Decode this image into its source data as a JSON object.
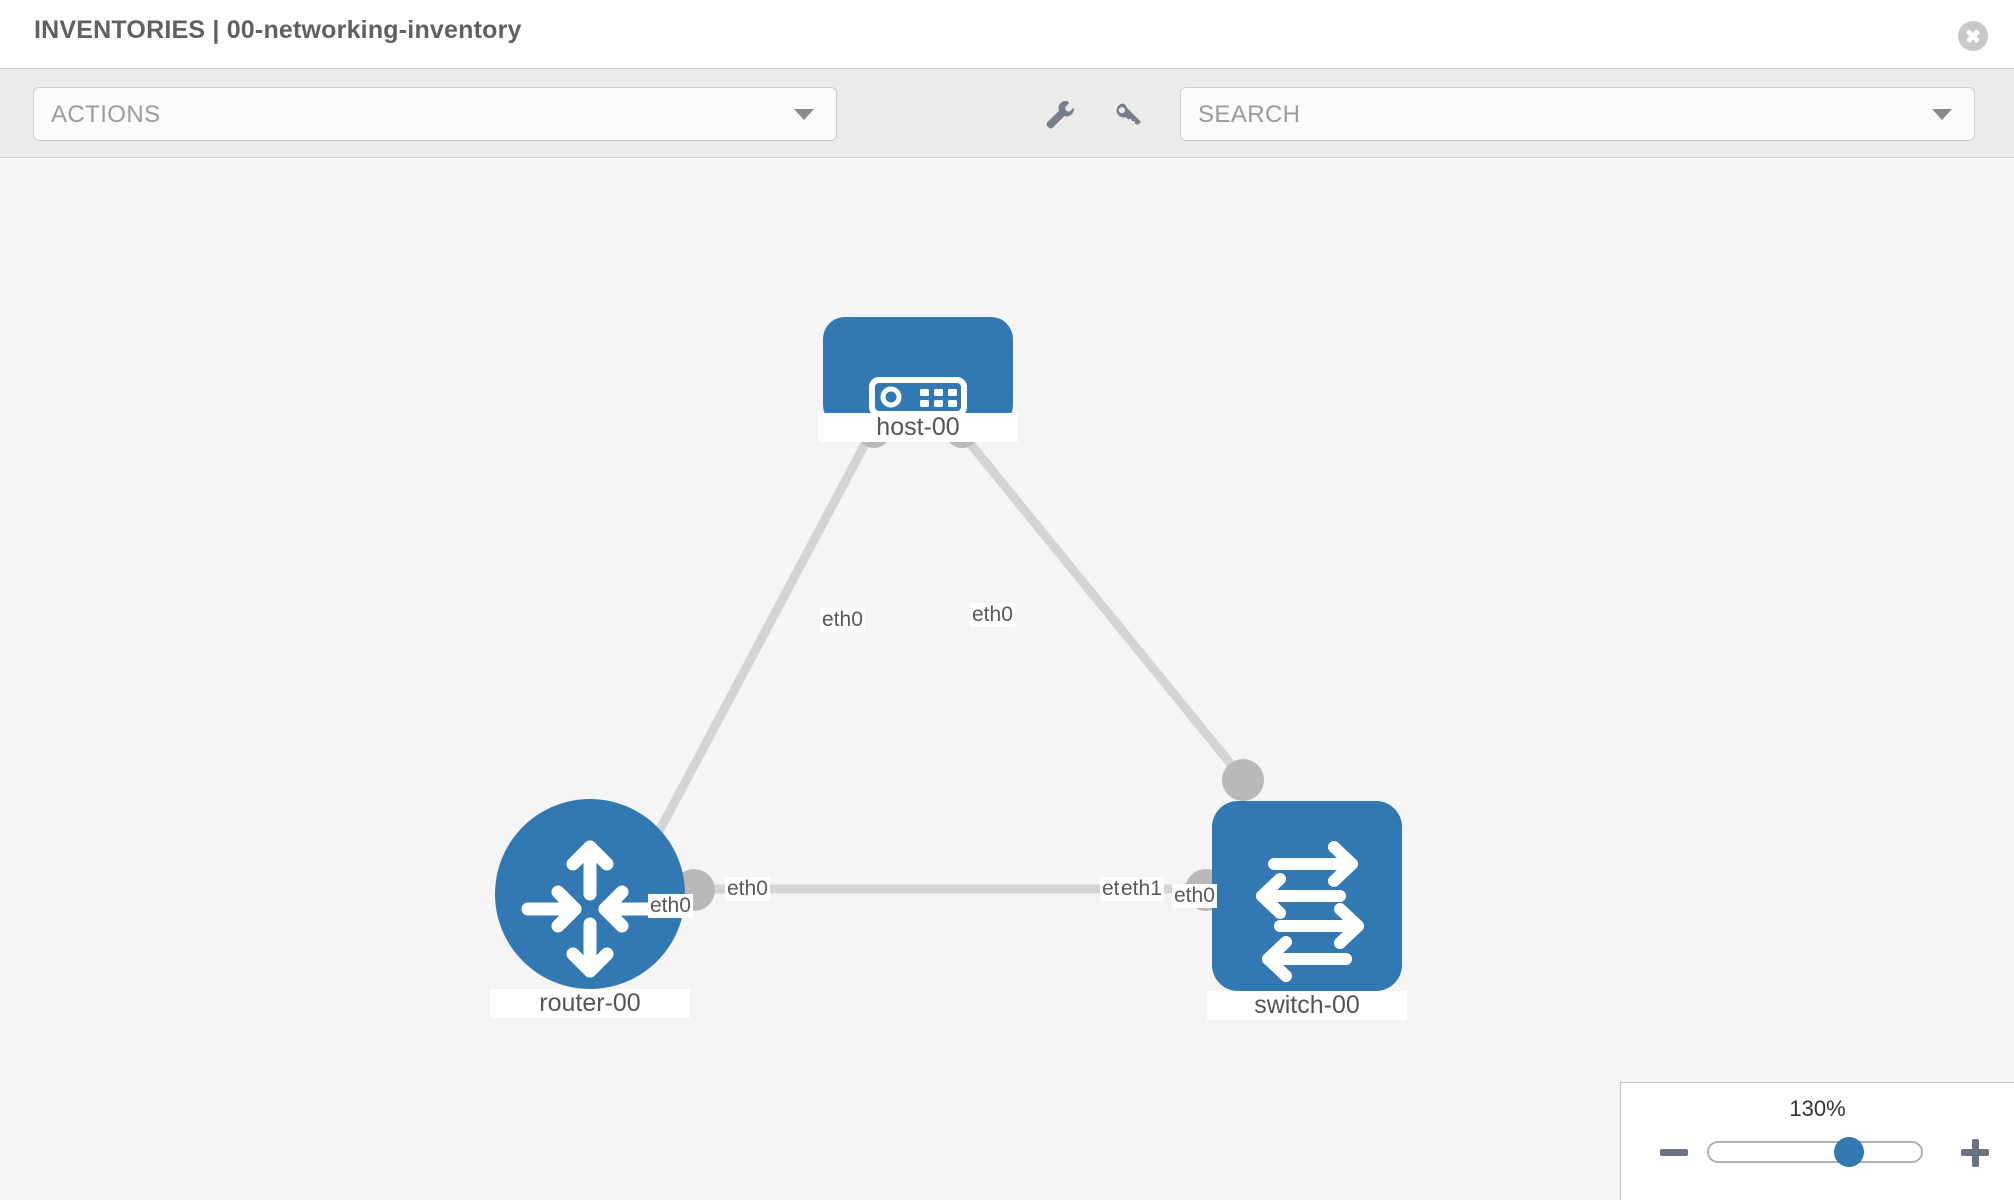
{
  "header": {
    "title": "INVENTORIES | 00-networking-inventory",
    "close_icon": "close-circle-icon"
  },
  "toolbar": {
    "actions_label": "ACTIONS",
    "actions_caret": "chevron-down-icon",
    "wrench_icon": "wrench-icon",
    "key_icon": "key-icon",
    "search_placeholder": "SEARCH",
    "search_caret": "chevron-down-icon"
  },
  "topology": {
    "nodes": [
      {
        "id": "host-00",
        "label": "host-00",
        "type": "host",
        "icon": "server-icon",
        "color": "#3279b3"
      },
      {
        "id": "router-00",
        "label": "router-00",
        "type": "router",
        "icon": "router-icon",
        "color": "#3279b3"
      },
      {
        "id": "switch-00",
        "label": "switch-00",
        "type": "switch",
        "icon": "switch-icon",
        "color": "#3279b3"
      }
    ],
    "interfaces": {
      "host_left": "eth0",
      "host_right": "eth0",
      "router_top": "eth0",
      "router_right": "eth0",
      "switch_top": "eth0",
      "switch_left_under": "eth0",
      "switch_left": "eth1"
    },
    "link_color": "#d4d4d4"
  },
  "zoom": {
    "value": "130%",
    "minus_icon": "minus-icon",
    "plus_icon": "plus-icon"
  }
}
